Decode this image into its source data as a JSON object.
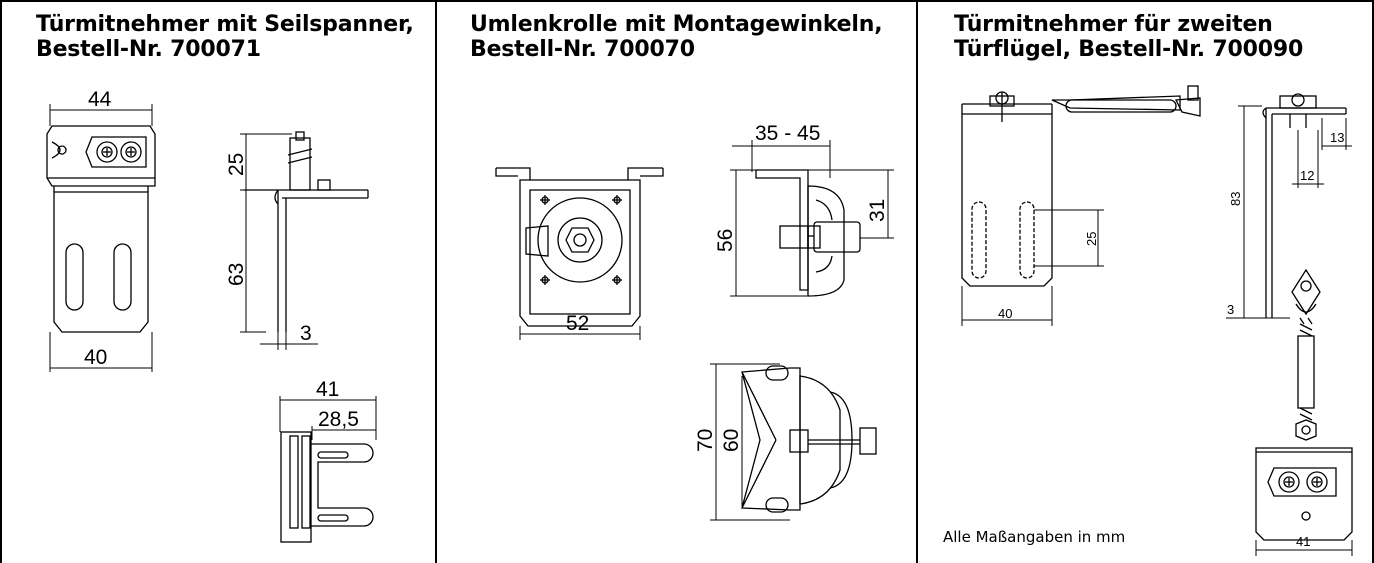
{
  "panels": [
    {
      "title_line1": "Türmitnehmer mit Seilspanner,",
      "title_line2": "Bestell-Nr. 700071",
      "dims": {
        "width_top": "44",
        "width_bottom": "40",
        "h_upper": "25",
        "h_lower": "63",
        "thickness": "3",
        "w_outer": "41",
        "w_inner": "28,5"
      }
    },
    {
      "title_line1": "Umlenkrolle mit Montagewinkeln,",
      "title_line2": "Bestell-Nr. 700070",
      "dims": {
        "width_front": "52",
        "range": "35 - 45",
        "height": "56",
        "offset": "31",
        "h_outer": "70",
        "h_inner": "60"
      }
    },
    {
      "title_line1": "Türmitnehmer für zweiten",
      "title_line2": "Türflügel, Bestell-Nr. 700090",
      "dims": {
        "width": "40",
        "slot": "25",
        "height": "83",
        "off13": "13",
        "off12": "12",
        "thickness": "3",
        "plate": "41"
      },
      "note": "Alle Maßangaben in mm"
    }
  ]
}
